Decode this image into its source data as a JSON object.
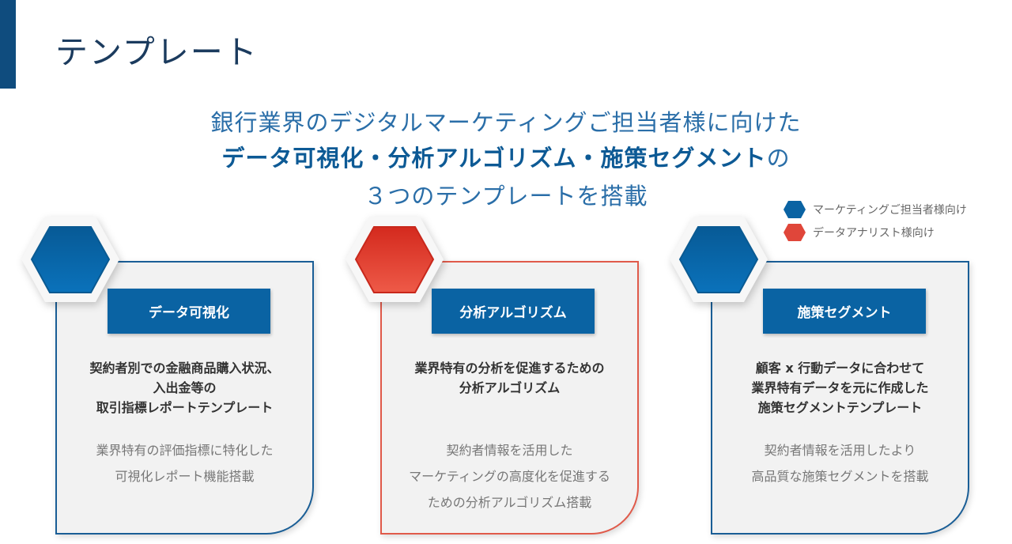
{
  "title": "テンプレート",
  "subtitle": {
    "line1": "銀行業界のデジタルマーケティングご担当者様に向けた",
    "line2_bold": "データ可視化・分析アルゴリズム・施策セグメント",
    "line2_suffix": "の",
    "line3": "３つのテンプレートを搭載"
  },
  "legend": [
    {
      "label": "マーケティングご担当者様向け",
      "color": "#0a63a3"
    },
    {
      "label": "データアナリスト様向け",
      "color": "#e0463a"
    }
  ],
  "cards": [
    {
      "label": "データ可視化",
      "audience": "marketing",
      "bold": [
        "契約者別での金融商品購入状況、",
        "入出金等の",
        "取引指標レポートテンプレート"
      ],
      "desc": [
        "業界特有の評価指標に特化した",
        "可視化レポート機能搭載"
      ]
    },
    {
      "label": "分析アルゴリズム",
      "audience": "analyst",
      "bold": [
        "業界特有の分析を促進するための",
        "分析アルゴリズム"
      ],
      "desc": [
        "契約者情報を活用した",
        "マーケティングの高度化を促進する",
        "ための分析アルゴリズム搭載"
      ]
    },
    {
      "label": "施策セグメント",
      "audience": "marketing",
      "bold": [
        "顧客 x 行動データに合わせて",
        "業界特有データを元に作成した",
        "施策セグメントテンプレート"
      ],
      "desc": [
        "契約者情報を活用したより",
        "高品質な施策セグメントを搭載"
      ]
    }
  ]
}
